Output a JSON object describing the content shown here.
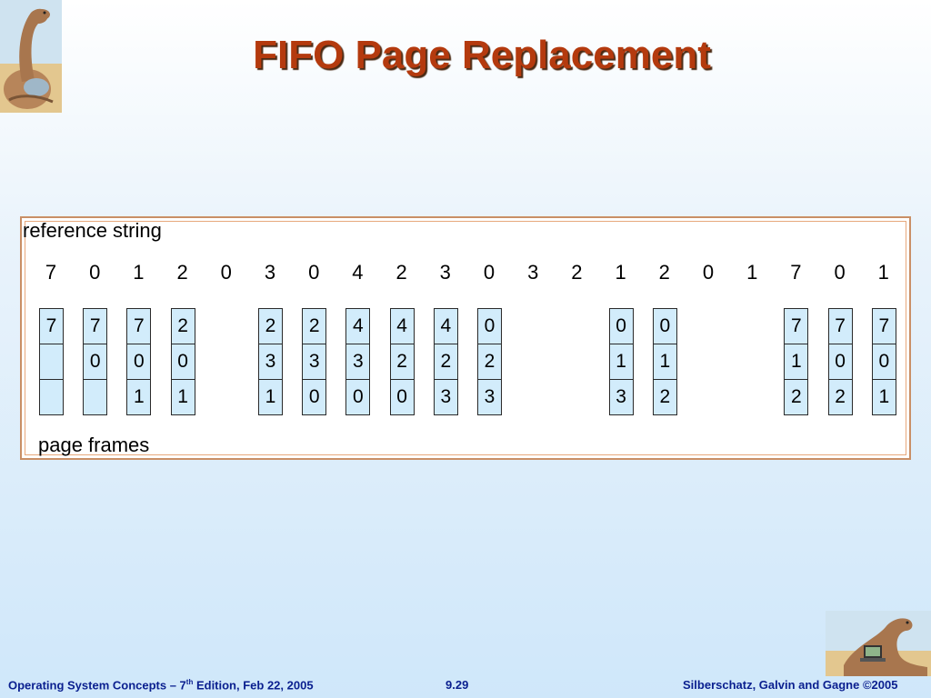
{
  "title": "FIFO Page Replacement",
  "figure": {
    "reference_label": "reference string",
    "frames_label": "page frames",
    "reference_string": [
      "7",
      "0",
      "1",
      "2",
      "0",
      "3",
      "0",
      "4",
      "2",
      "3",
      "0",
      "3",
      "2",
      "1",
      "2",
      "0",
      "1",
      "7",
      "0",
      "1"
    ],
    "frames": [
      {
        "ref_index": 0,
        "cells": [
          "7",
          "",
          ""
        ]
      },
      {
        "ref_index": 1,
        "cells": [
          "7",
          "0",
          ""
        ]
      },
      {
        "ref_index": 2,
        "cells": [
          "7",
          "0",
          "1"
        ]
      },
      {
        "ref_index": 3,
        "cells": [
          "2",
          "0",
          "1"
        ]
      },
      {
        "ref_index": 5,
        "cells": [
          "2",
          "3",
          "1"
        ]
      },
      {
        "ref_index": 6,
        "cells": [
          "2",
          "3",
          "0"
        ]
      },
      {
        "ref_index": 7,
        "cells": [
          "4",
          "3",
          "0"
        ]
      },
      {
        "ref_index": 8,
        "cells": [
          "4",
          "2",
          "0"
        ]
      },
      {
        "ref_index": 9,
        "cells": [
          "4",
          "2",
          "3"
        ]
      },
      {
        "ref_index": 10,
        "cells": [
          "0",
          "2",
          "3"
        ]
      },
      {
        "ref_index": 13,
        "cells": [
          "0",
          "1",
          "3"
        ]
      },
      {
        "ref_index": 14,
        "cells": [
          "0",
          "1",
          "2"
        ]
      },
      {
        "ref_index": 17,
        "cells": [
          "7",
          "1",
          "2"
        ]
      },
      {
        "ref_index": 18,
        "cells": [
          "7",
          "0",
          "2"
        ]
      },
      {
        "ref_index": 19,
        "cells": [
          "7",
          "0",
          "1"
        ]
      }
    ]
  },
  "footer": {
    "left_pre": "Operating System Concepts – 7",
    "left_sup": "th",
    "left_post": " Edition, Feb 22, 2005",
    "page": "9.29",
    "right": "Silberschatz, Galvin and Gagne ©2005"
  },
  "colors": {
    "title": "#b43a0e",
    "footer": "#0a1f8f",
    "frame_fill": "#d2ecfb",
    "figure_border": "#c98f66"
  },
  "icons": {
    "top_logo": "dinosaur-icon",
    "bottom_logo": "dinosaur-laptop-icon"
  }
}
